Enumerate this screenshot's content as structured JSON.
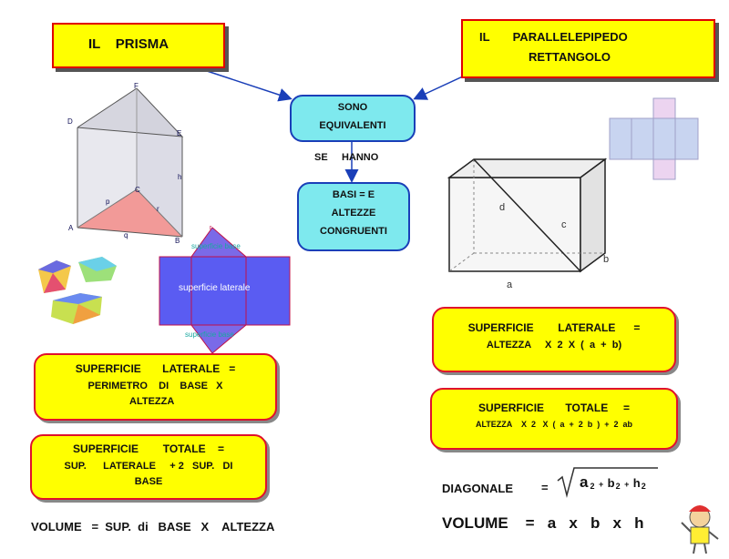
{
  "prism_title": "IL    PRISMA",
  "parallelepiped_title": [
    "IL       PARALLELEPIPEDO",
    "RETTANGOLO"
  ],
  "equivalent_box": [
    "SONO",
    "EQUIVALENTI"
  ],
  "condition_label": "SE     HANNO",
  "condition_box": [
    "BASI   =  E",
    "ALTEZZE",
    "CONGRUENTI"
  ],
  "prism_vertices": {
    "A": "A",
    "B": "B",
    "C": "C",
    "D": "D",
    "E": "E",
    "F": "F",
    "h": "h",
    "p": "p",
    "q": "q",
    "r": "r"
  },
  "net_labels": {
    "top": "superficie base",
    "center": "superficie laterale",
    "bottom": "superficie base",
    "corner": "r"
  },
  "box_labels": {
    "d": "d",
    "c": "c",
    "b": "b",
    "a": "a"
  },
  "prism_lateral": [
    "SUPERFICIE       LATERALE   =",
    "PERIMETRO    DI    BASE   X",
    "ALTEZZA"
  ],
  "prism_total": [
    "SUPERFICIE        TOTALE    =",
    "SUP.      LATERALE     + 2   SUP.   DI",
    "BASE"
  ],
  "prism_volume": "VOLUME   =  SUP.  di   BASE   X    ALTEZZA",
  "para_lateral": [
    "SUPERFICIE        LATERALE      =",
    "ALTEZZA     X  2  X  (  a  +  b)"
  ],
  "para_total": [
    "SUPERFICIE       TOTALE     =",
    "ALTEZZA    X  2   X  (  a  +  2  b  )  +  2  ab"
  ],
  "diagonal_label": "DIAGONALE",
  "diagonal_equals": "=",
  "diagonal_formula": {
    "a": "a",
    "a_exp": "2",
    "plus1": "+",
    "b": "b",
    "b_exp": "2",
    "plus2": "+",
    "h": "h",
    "h_exp": "2"
  },
  "para_volume": "VOLUME    =   a   x   b   x   h",
  "colors": {
    "yellow": "#ffff00",
    "red_border": "#e00000",
    "cyan": "#7ee9ee",
    "arrow": "#1a3fb8",
    "net_blue": "#5a5cf2",
    "triangle_pink": "#f29a98"
  }
}
